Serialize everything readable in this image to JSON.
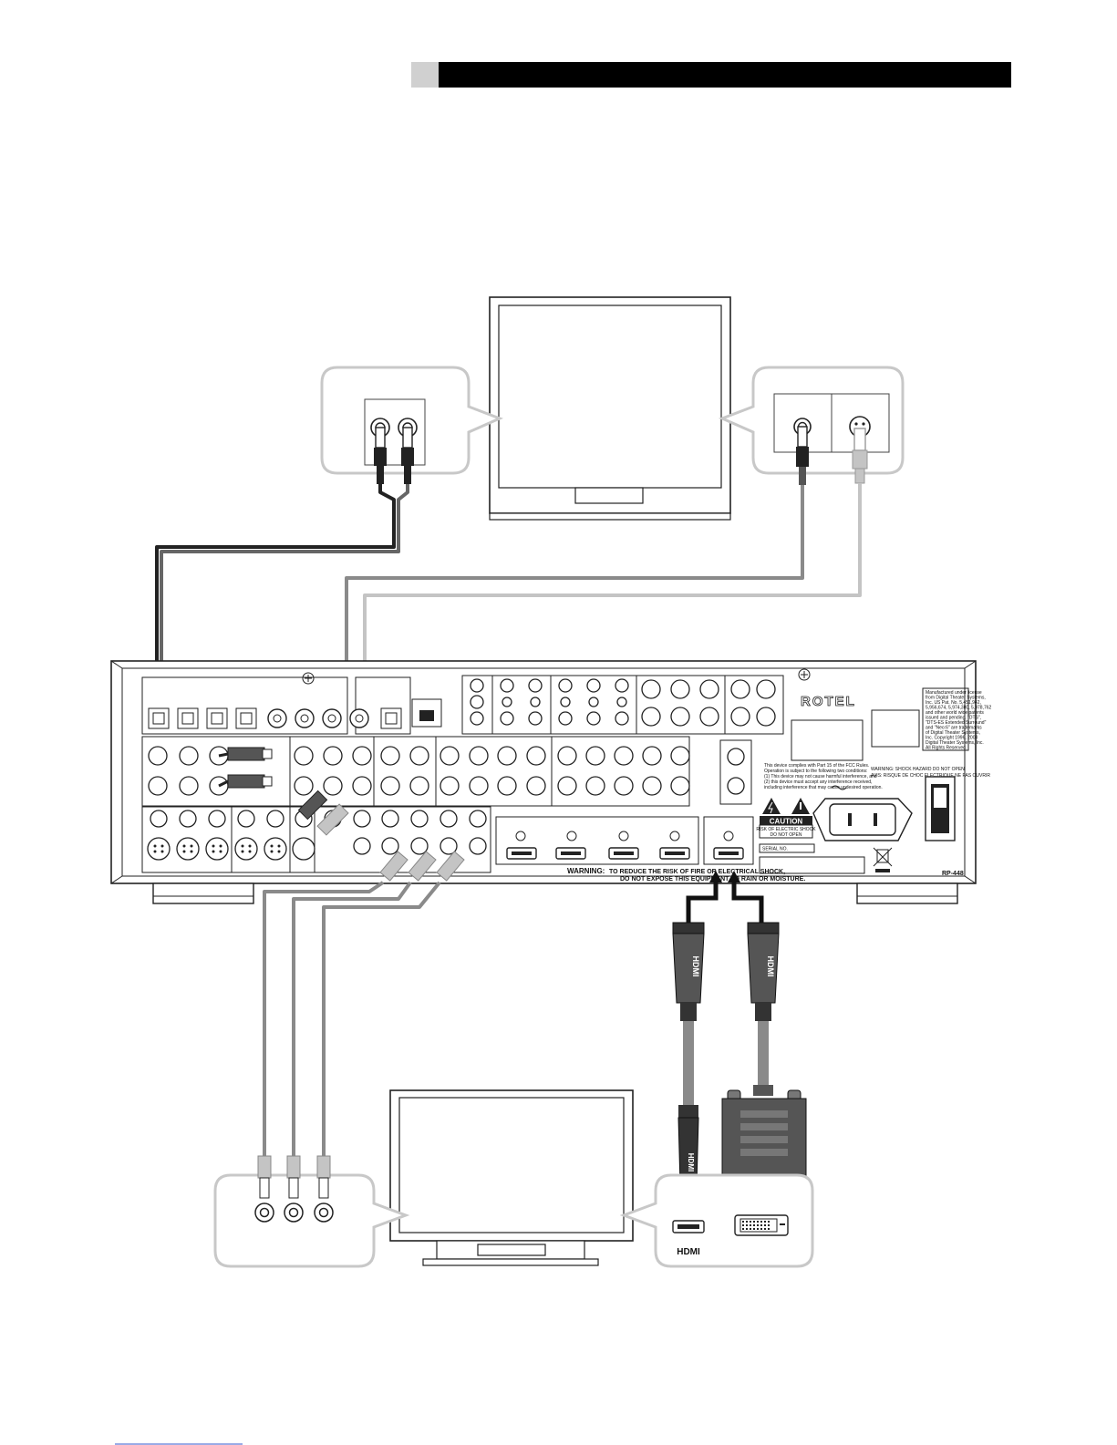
{
  "header": {
    "title": ""
  },
  "brand": {
    "logo": "ROTEL",
    "model": "RP-448"
  },
  "receiver": {
    "warning_label": "WARNING:",
    "warning_line1": "TO REDUCE THE RISK OF FIRE OR ELECTRICAL SHOCK,",
    "warning_line2": "DO NOT EXPOSE THIS EQUIPMENT TO RAIN OR MOISTURE.",
    "caution_title": "CAUTION",
    "caution_line1": "RISK OF ELECTRIC SHOCK",
    "caution_line2": "DO NOT OPEN",
    "serial_label": "SERIAL NO.",
    "shock_warning": "WARNING: SHOCK HAZARD DO NOT OPEN",
    "shock_avis": "AVIS: RISQUE DE CHOC ELECTRIQUE NE PAS OUVRIR",
    "fcc_line1": "This device complies with Part 15 of the FCC Rules.",
    "fcc_line2": "Operation is subject to the following two conditions:",
    "fcc_line3": "(1) This device may not cause harmful interference, and",
    "fcc_line4": "(2) this device must accept any interference received,",
    "fcc_line5": "including interference that may cause undesired operation.",
    "dts_lines": [
      "Manufactured under license",
      "from Digital Theater Systems,",
      "Inc. US Pat. No. 5,451,942,",
      "5,956,674, 5,974,380, 5,978,762",
      "and other world wide patents",
      "issued and pending. \"DTS\",",
      "\"DTS-ES Extended Surround\"",
      "and \"Neo:6\" are trademarks",
      "of Digital Theater Systems,",
      "Inc. Copyright 1996, 2003",
      "Digital Theater Systems, Inc.",
      "All Rights Reserved."
    ]
  },
  "cables": {
    "hdmi_text": "HDMI"
  },
  "display": {
    "hdmi_port_label": "HDMI"
  },
  "colors": {
    "black_cable": "#222222",
    "dark_gray_cable": "#8a8a8a",
    "light_gray_cable": "#c4c4c4",
    "callout_border": "#c8c8c8",
    "header_bar": "#000000",
    "header_tab": "#d0d0d0"
  }
}
